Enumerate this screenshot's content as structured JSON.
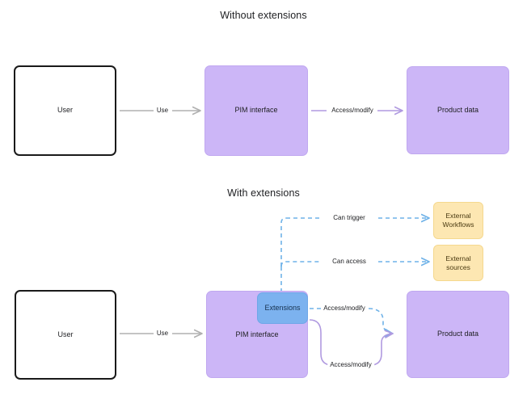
{
  "diagram": {
    "sections": [
      {
        "id": "without-extensions",
        "title": "Without extensions",
        "nodes": [
          {
            "id": "user-top",
            "label": "User",
            "kind": "user-box"
          },
          {
            "id": "pim-top",
            "label": "PIM interface",
            "kind": "purple-box"
          },
          {
            "id": "product-top",
            "label": "Product data",
            "kind": "purple-box"
          }
        ],
        "edges": [
          {
            "id": "use-top",
            "label": "Use",
            "from": "user-top",
            "to": "pim-top",
            "style": "solid",
            "color": "#b0b0b0"
          },
          {
            "id": "access-modify-top",
            "label": "Access/modify",
            "from": "pim-top",
            "to": "product-top",
            "style": "solid",
            "color": "#b09ae0"
          }
        ]
      },
      {
        "id": "with-extensions",
        "title": "With extensions",
        "nodes": [
          {
            "id": "user-bottom",
            "label": "User",
            "kind": "user-box"
          },
          {
            "id": "pim-bottom",
            "label": "PIM interface",
            "kind": "purple-box"
          },
          {
            "id": "extensions",
            "label": "Extensions",
            "kind": "blue-box"
          },
          {
            "id": "product-bottom",
            "label": "Product data",
            "kind": "purple-box"
          },
          {
            "id": "external-workflows",
            "label_line1": "External",
            "label_line2": "Workflows",
            "kind": "yellow-box"
          },
          {
            "id": "external-sources",
            "label_line1": "External",
            "label_line2": "sources",
            "kind": "yellow-box"
          }
        ],
        "edges": [
          {
            "id": "use-bottom",
            "label": "Use",
            "from": "user-bottom",
            "to": "pim-bottom",
            "style": "solid",
            "color": "#b0b0b0"
          },
          {
            "id": "can-trigger",
            "label": "Can trigger",
            "from": "extensions",
            "to": "external-workflows",
            "style": "dashed",
            "color": "#6fb2e8"
          },
          {
            "id": "can-access",
            "label": "Can access",
            "from": "extensions",
            "to": "external-sources",
            "style": "dashed",
            "color": "#6fb2e8"
          },
          {
            "id": "ext-access-modify",
            "label": "Access/modify",
            "from": "extensions",
            "to": "product-bottom",
            "style": "dashed",
            "color": "#6fb2e8"
          },
          {
            "id": "pim-access-modify",
            "label": "Access/modify",
            "from": "pim-bottom",
            "to": "product-bottom",
            "style": "solid",
            "color": "#b09ae0"
          }
        ]
      }
    ],
    "colors": {
      "purple_fill": "#ccb6f7",
      "blue_fill": "#7cb2ef",
      "yellow_fill": "#fde7b2",
      "gray_edge": "#b0b0b0",
      "purple_edge": "#b09ae0",
      "blue_edge": "#6fb2e8",
      "user_border": "#1a1a1a",
      "background": "#ffffff",
      "text": "#202124"
    }
  }
}
